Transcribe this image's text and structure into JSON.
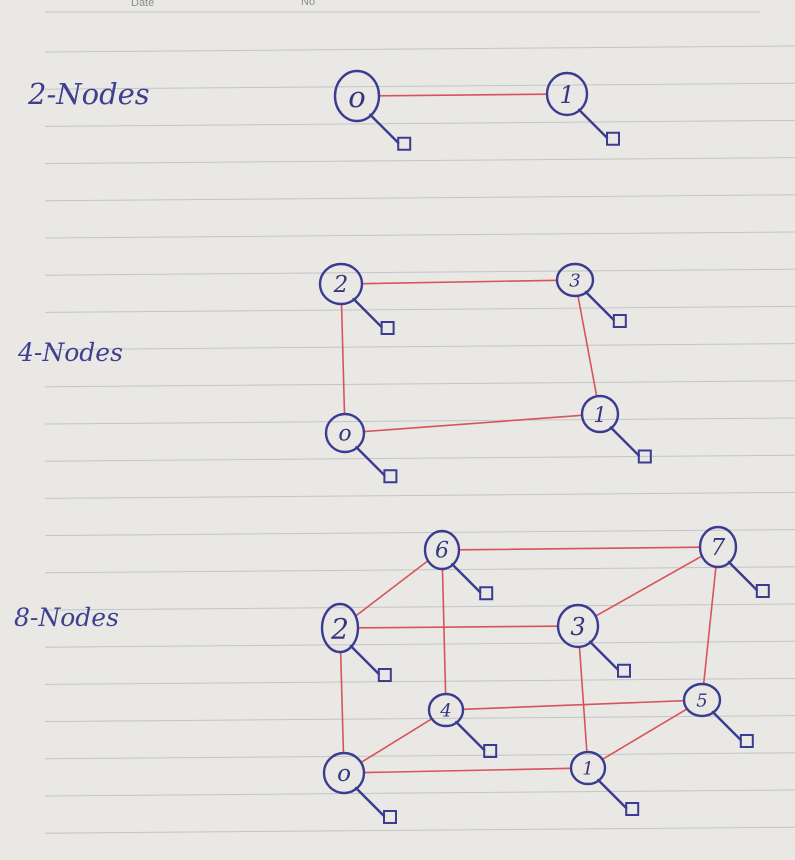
{
  "header": {
    "date_label": "Date",
    "no_label": "No"
  },
  "colors": {
    "paper": "#e9e8e4",
    "ink": "#3a3c92",
    "edge": "#d8545a",
    "rule": "#c3c4c8"
  },
  "sections": [
    {
      "id": "two",
      "title": "2-Nodes",
      "nodes": [
        {
          "id": "0",
          "label": "o"
        },
        {
          "id": "1",
          "label": "1"
        }
      ],
      "edges": [
        [
          "0",
          "1"
        ]
      ]
    },
    {
      "id": "four",
      "title": "4-Nodes",
      "nodes": [
        {
          "id": "2",
          "label": "2"
        },
        {
          "id": "3",
          "label": "3"
        },
        {
          "id": "0",
          "label": "o"
        },
        {
          "id": "1",
          "label": "1"
        }
      ],
      "edges": [
        [
          "2",
          "3"
        ],
        [
          "2",
          "0"
        ],
        [
          "3",
          "1"
        ],
        [
          "0",
          "1"
        ]
      ]
    },
    {
      "id": "eight",
      "title": "8-Nodes",
      "nodes": [
        {
          "id": "6",
          "label": "6"
        },
        {
          "id": "7",
          "label": "7"
        },
        {
          "id": "2",
          "label": "2"
        },
        {
          "id": "3",
          "label": "3"
        },
        {
          "id": "4",
          "label": "4"
        },
        {
          "id": "5",
          "label": "5"
        },
        {
          "id": "0",
          "label": "o"
        },
        {
          "id": "1",
          "label": "1"
        }
      ],
      "edges": [
        [
          "6",
          "7"
        ],
        [
          "2",
          "3"
        ],
        [
          "4",
          "5"
        ],
        [
          "0",
          "1"
        ],
        [
          "6",
          "2"
        ],
        [
          "7",
          "3"
        ],
        [
          "4",
          "0"
        ],
        [
          "5",
          "1"
        ],
        [
          "6",
          "4"
        ],
        [
          "7",
          "5"
        ],
        [
          "2",
          "0"
        ],
        [
          "3",
          "1"
        ]
      ]
    }
  ]
}
